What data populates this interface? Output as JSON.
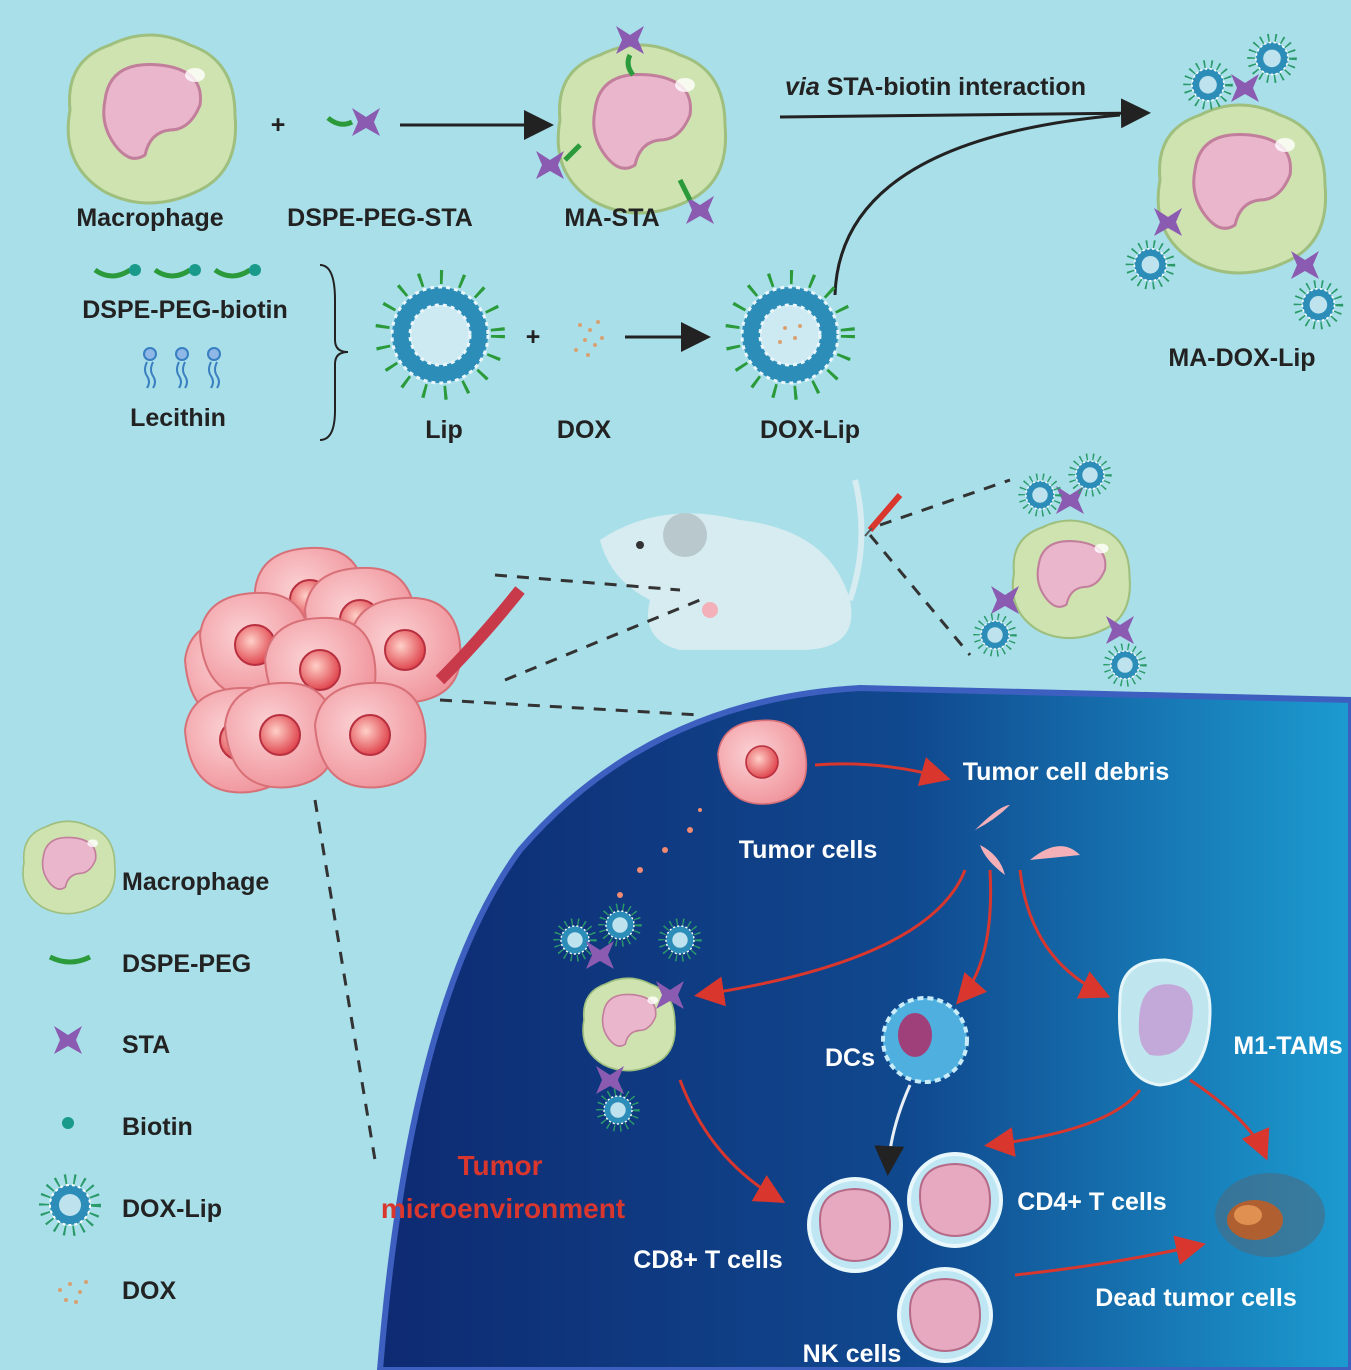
{
  "colors": {
    "background": "#a9dfe9",
    "region_dark": "#0e2a72",
    "region_light": "#1c93c9",
    "macrophage": "#cfe3b0",
    "nucleus": "#e9b6cc",
    "sta": "#8a5bb0",
    "peg": "#2a9a3a",
    "tumor": "#f3a3a8",
    "arrow_red": "#d9362e"
  },
  "top": {
    "macrophage": "Macrophage",
    "plus1": "+",
    "dspe_peg_sta": "DSPE-PEG-STA",
    "ma_sta": "MA-STA",
    "via": "via",
    "interaction": "STA-biotin interaction",
    "ma_dox_lip": "MA-DOX-Lip",
    "dspe_peg_biotin": "DSPE-PEG-biotin",
    "lecithin": "Lecithin",
    "lip": "Lip",
    "plus2": "+",
    "dox": "DOX",
    "dox_lip": "DOX-Lip"
  },
  "micro": {
    "debris": "Tumor cell debris",
    "tumor_cells": "Tumor cells",
    "dcs": "DCs",
    "m1": "M1-TAMs",
    "tme1": "Tumor",
    "tme2": "microenvironment",
    "cd4": "CD4+ T cells",
    "cd8": "CD8+ T cells",
    "dead": "Dead tumor cells",
    "nk": "NK cells"
  },
  "legend": [
    {
      "icon": "macrophage-icon",
      "label": "Macrophage"
    },
    {
      "icon": "dspe-peg-icon",
      "label": "DSPE-PEG"
    },
    {
      "icon": "sta-icon",
      "label": "STA"
    },
    {
      "icon": "biotin-icon",
      "label": "Biotin"
    },
    {
      "icon": "dox-lip-icon",
      "label": "DOX-Lip"
    },
    {
      "icon": "dox-icon",
      "label": "DOX"
    }
  ]
}
